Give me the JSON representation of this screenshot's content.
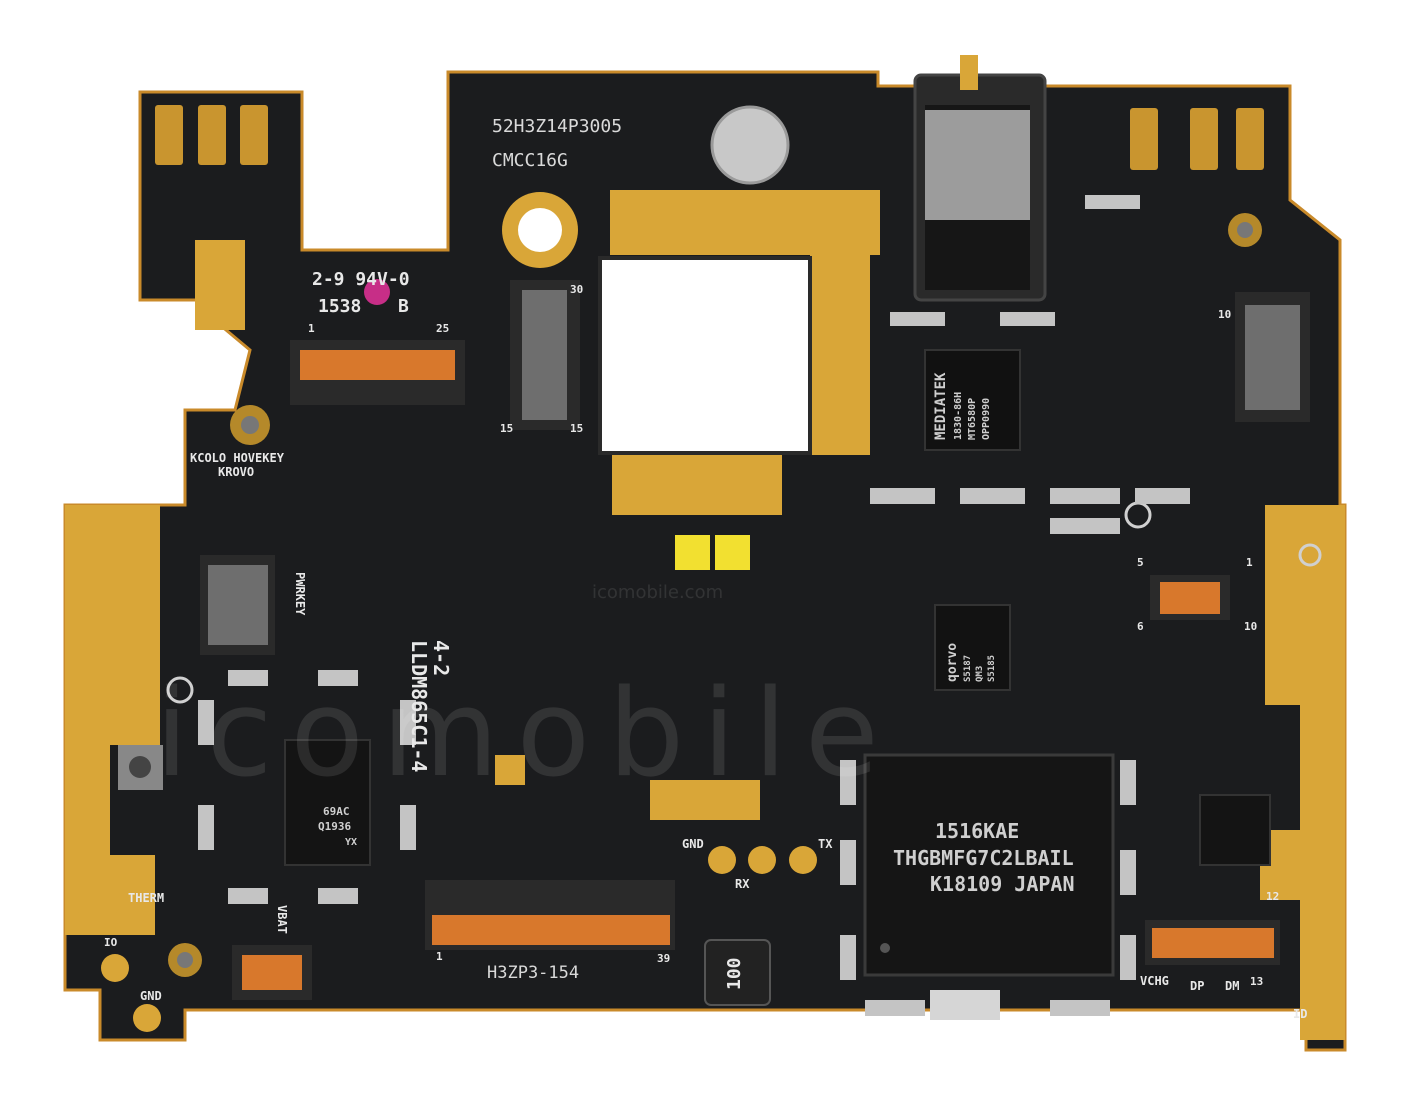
{
  "board": {
    "top_code": "52H3Z14P3005",
    "carrier": "CMCC16G",
    "rating": "2-9 94V-0",
    "date_code": "1538",
    "date_suffix": "B",
    "antenna_label": "KCOLO HOVEKEY",
    "antenna_label2": "KROVO",
    "power_key": "PWRKEY",
    "model": "LLDM865C1-4",
    "model_rev": "4-2",
    "connector_label": "H3ZP3-154",
    "therm": "THERM",
    "vbat": "VBAT",
    "gnd_left": "GND",
    "gnd_mid": "GND",
    "rx": "RX",
    "tx": "TX",
    "io": "IO",
    "vchg": "VCHG",
    "dp": "DP",
    "dm": "DM",
    "id": "ID",
    "inductor": "100",
    "pin_1_a": "1",
    "pin_25": "25",
    "pin_30": "30",
    "pin_15_a": "15",
    "pin_15_b": "15",
    "pin_1_b": "1",
    "pin_39": "39",
    "pin_10_a": "10",
    "pin_1_c": "1",
    "pin_5": "5",
    "pin_6": "6",
    "pin_10_b": "10",
    "pin_12": "12",
    "pin_13": "13"
  },
  "chips": {
    "mediatek_line1": "MEDIATEK",
    "mediatek_line2": "1830-86H",
    "mediatek_line3": "MT6580P",
    "mediatek_line4": "OPP0990",
    "flash_line1": "1516KAE",
    "flash_line2": "THGBMFG7C2LBAIL",
    "flash_line3": "K18109 JAPAN",
    "pa_line1": "69AC",
    "pa_line2": "Q1936",
    "pa_line3": "YX",
    "qorvo_line1": "qorvo",
    "qorvo_line2": "S5187",
    "qorvo_line3": "QM3",
    "qorvo_line4": "S5185"
  },
  "watermark": {
    "brand": "icomobile",
    "url": "icomobile.com"
  },
  "colors": {
    "pcb": "#1b1c1e",
    "gold": "#d9a638",
    "copper_edge": "#c98a2a",
    "flex_orange": "#d8782c"
  }
}
